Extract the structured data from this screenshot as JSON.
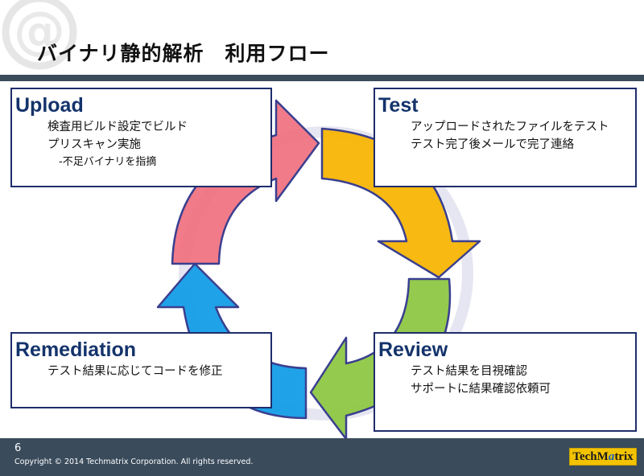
{
  "slide": {
    "title": "バイナリ静的解析　利用フロー",
    "watermark_glyph": "@",
    "page_number": "6",
    "copyright": "Copyright © 2014 Techmatrix Corporation. All rights reserved.",
    "logo": {
      "text_before": "TechM",
      "text_highlight": "a",
      "text_after": "trix",
      "highlight_color": "#1a5fb4",
      "background": "#f3c300"
    }
  },
  "steps": {
    "upload": {
      "title": "Upload",
      "lines": [
        "検査用ビルド設定でビルド",
        "プリスキャン実施",
        "-不足バイナリを指摘"
      ]
    },
    "test": {
      "title": "Test",
      "lines": [
        "アップロードされたファイルをテスト",
        "テスト完了後メールで完了連絡"
      ]
    },
    "review": {
      "title": "Review",
      "lines": [
        "テスト結果を目視確認",
        "サポートに結果確認依頼可"
      ]
    },
    "remediation": {
      "title": "Remediation",
      "lines": [
        "テスト結果に応じてコードを修正"
      ]
    }
  },
  "colors": {
    "upload_arrow": "#f0707e",
    "test_arrow": "#f6b400",
    "review_arrow": "#8cc63f",
    "remediation_arrow": "#0f9be6",
    "arrow_outline": "#3a3f8f",
    "box_border": "#1f2d6b",
    "box_title": "#14336b",
    "bar": "#3a4b5c"
  }
}
